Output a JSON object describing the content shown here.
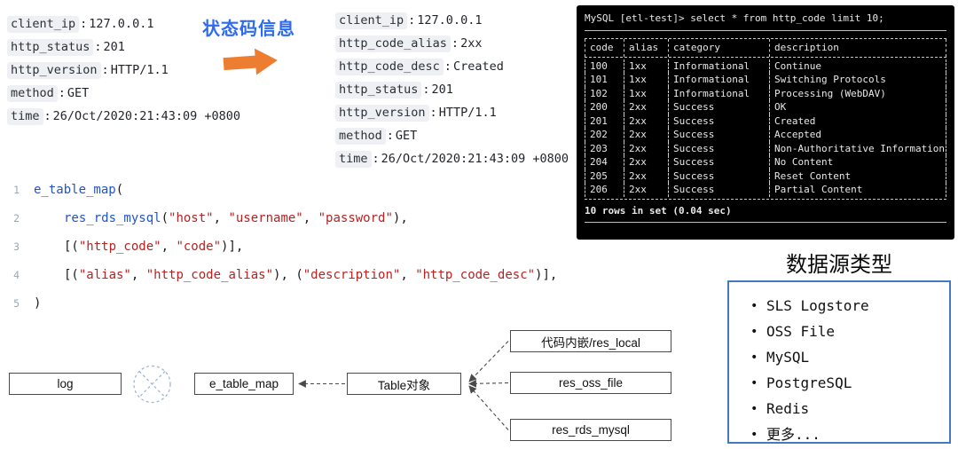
{
  "colors": {
    "accent_blue": "#2E6BF0",
    "arrow_orange": "#ED7D31",
    "panel_border_blue": "#4577C2",
    "terminal_background": "#000000",
    "code_function_blue": "#2353CC",
    "code_string_red": "#BA2121"
  },
  "format": {
    "kv_separator": ":"
  },
  "log_before": {
    "fields": [
      {
        "key": "client_ip",
        "value": "127.0.0.1"
      },
      {
        "key": "http_status",
        "value": "201"
      },
      {
        "key": "http_version",
        "value": "HTTP/1.1"
      },
      {
        "key": "method",
        "value": "GET"
      },
      {
        "key": "time",
        "value": "26/Oct/2020:21:43:09 +0800"
      }
    ]
  },
  "transform": {
    "label": "状态码信息"
  },
  "log_after": {
    "fields": [
      {
        "key": "client_ip",
        "value": "127.0.0.1"
      },
      {
        "key": "http_code_alias",
        "value": "2xx"
      },
      {
        "key": "http_code_desc",
        "value": "Created"
      },
      {
        "key": "http_status",
        "value": "201"
      },
      {
        "key": "http_version",
        "value": "HTTP/1.1"
      },
      {
        "key": "method",
        "value": "GET"
      },
      {
        "key": "time",
        "value": "26/Oct/2020:21:43:09 +0800"
      }
    ]
  },
  "terminal": {
    "prompt": "MySQL [etl-test]> select * from http_code limit 10;",
    "columns": [
      "code",
      "alias",
      "category",
      "description"
    ],
    "rows": [
      [
        "100",
        "1xx",
        "Informational",
        "Continue"
      ],
      [
        "101",
        "1xx",
        "Informational",
        "Switching Protocols"
      ],
      [
        "102",
        "1xx",
        "Informational",
        "Processing (WebDAV)"
      ],
      [
        "200",
        "2xx",
        "Success",
        "OK"
      ],
      [
        "201",
        "2xx",
        "Success",
        "Created"
      ],
      [
        "202",
        "2xx",
        "Success",
        "Accepted"
      ],
      [
        "203",
        "2xx",
        "Success",
        "Non-Authoritative Information"
      ],
      [
        "204",
        "2xx",
        "Success",
        "No Content"
      ],
      [
        "205",
        "2xx",
        "Success",
        "Reset Content"
      ],
      [
        "206",
        "2xx",
        "Success",
        "Partial Content"
      ]
    ],
    "footer": "10 rows in set (0.04 sec)"
  },
  "code": {
    "lines": [
      {
        "num": "1",
        "tokens": [
          {
            "c": "fn",
            "t": "e_table_map"
          },
          {
            "c": "p",
            "t": "("
          }
        ]
      },
      {
        "num": "2",
        "tokens": [
          {
            "c": "fn",
            "t": "res_rds_mysql"
          },
          {
            "c": "p",
            "t": "("
          },
          {
            "c": "str",
            "t": "\"host\""
          },
          {
            "c": "p",
            "t": ", "
          },
          {
            "c": "str",
            "t": "\"username\""
          },
          {
            "c": "p",
            "t": ", "
          },
          {
            "c": "str",
            "t": "\"password\""
          },
          {
            "c": "p",
            "t": "),"
          }
        ]
      },
      {
        "num": "3",
        "tokens": [
          {
            "c": "p",
            "t": "[("
          },
          {
            "c": "str",
            "t": "\"http_code\""
          },
          {
            "c": "p",
            "t": ", "
          },
          {
            "c": "str",
            "t": "\"code\""
          },
          {
            "c": "p",
            "t": ")],"
          }
        ]
      },
      {
        "num": "4",
        "tokens": [
          {
            "c": "p",
            "t": "[("
          },
          {
            "c": "str",
            "t": "\"alias\""
          },
          {
            "c": "p",
            "t": ", "
          },
          {
            "c": "str",
            "t": "\"http_code_alias\""
          },
          {
            "c": "p",
            "t": "), ("
          },
          {
            "c": "str",
            "t": "\"description\""
          },
          {
            "c": "p",
            "t": ", "
          },
          {
            "c": "str",
            "t": "\"http_code_desc\""
          },
          {
            "c": "p",
            "t": ")],"
          }
        ]
      },
      {
        "num": "5",
        "tokens": [
          {
            "c": "p",
            "t": ")"
          }
        ]
      }
    ]
  },
  "flow": {
    "log_box": "log",
    "e_table_map_box": "e_table_map",
    "table_box": "Table对象",
    "source_boxes": [
      "代码内嵌/res_local",
      "res_oss_file",
      "res_rds_mysql"
    ]
  },
  "datasource": {
    "title": "数据源类型",
    "items": [
      "SLS Logstore",
      "OSS File",
      "MySQL",
      "PostgreSQL",
      "Redis",
      "更多..."
    ]
  }
}
